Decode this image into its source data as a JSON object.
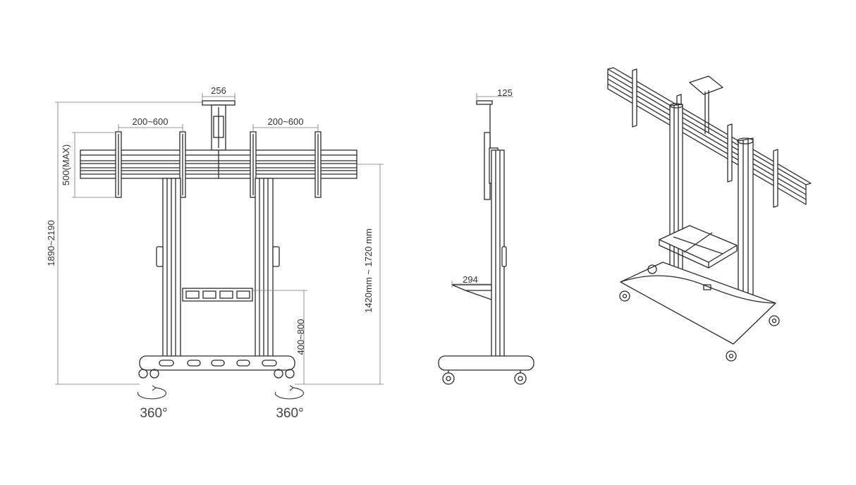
{
  "front_view": {
    "top_width": "256",
    "left_bracket_range": "200~600",
    "right_bracket_range": "200~600",
    "bracket_height": "500(MAX)",
    "overall_height": "1890~2190",
    "center_height": "1420mm ~ 1720 mm",
    "shelf_height": "400~800",
    "left_wheel_rotation": "360°",
    "right_wheel_rotation": "360°"
  },
  "side_view": {
    "top_offset": "125",
    "shelf_depth": "294"
  },
  "colors": {
    "line": "#2b2b2b",
    "dim_line": "#777777",
    "text": "#333333"
  }
}
